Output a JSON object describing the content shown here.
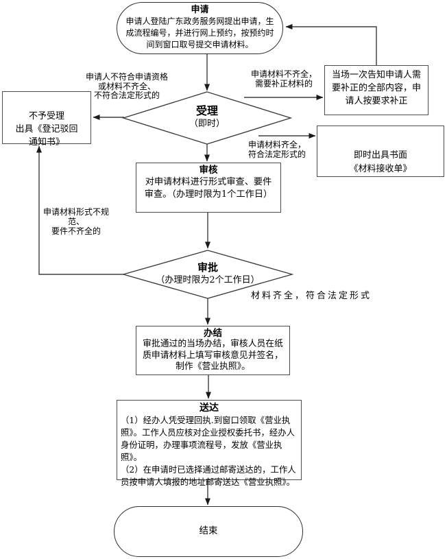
{
  "flow": {
    "start": {
      "title": "申请",
      "body": "申请人登陆广东政务服务网提出申请，生成流程编号，并进行网上预约，按预约时间到窗口取号提交申请材料。"
    },
    "accept": {
      "title": "受理",
      "subtitle": "（即时）"
    },
    "reject": {
      "body": "不予受理\n出具《登记驳回\n通知书》"
    },
    "inform": {
      "body": "当场一次告知申请人需要补正的全部内容，申请人按要求补正"
    },
    "receipt": {
      "body": "即时出具书面\n《材料接收单》"
    },
    "review": {
      "title": "审核",
      "body": "对申请材料进行形式审查、要件审查。（办理时限为1个工作日）"
    },
    "approve": {
      "title": "审批",
      "subtitle": "（办理时限为2个工作日）"
    },
    "complete": {
      "title": "办结",
      "body": "审批通过的当场办结，审核人员在纸质申请材料上填写审核意见并签名，制作《营业执照》。"
    },
    "deliver": {
      "title": "送达",
      "body": "（1）经办人凭受理回执.到窗口领取《营业执照》。工作人员应核对企业授权委托书，经办人身份证明，办理事项流程号，发放《营业执照》。\n（2）在申请时已选择通过邮寄送达的，工作人员按申请人填报的地址邮寄送达《营业执照》。"
    },
    "end": {
      "title": "结束"
    }
  },
  "labels": {
    "not_qualified": "申请人不符合申请资格\n或材料不齐全、\n不符合法定形式的",
    "incomplete": "申请材料不齐全，\n需要补正材料的",
    "complete_ok": "申请材料齐全，\n符合法定形式的",
    "nonstandard": "申请材料形式不规范、\n要件不齐全的",
    "qualified": "材料齐全，符合法定形式"
  },
  "colors": {
    "line": "#3d3d3d",
    "box_border": "#4a4a4a",
    "stadium_border": "#2d2d2d",
    "text": "#000000",
    "background": "#ffffff"
  }
}
